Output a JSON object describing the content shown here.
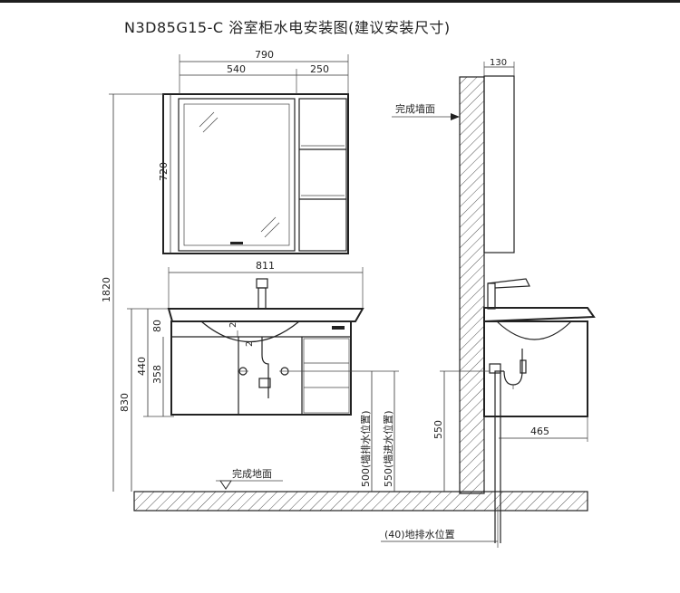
{
  "title": "N3D85G15-C 浴室柜水电安装图(建议安装尺寸)",
  "dimensions": {
    "total_width": "790",
    "mirror_width": "540",
    "shelf_width": "250",
    "mirror_height": "720",
    "overall_height": "1820",
    "basin_width": "811",
    "basin_depth_80": "80",
    "cabinet_440": "440",
    "cabinet_358": "358",
    "floor_830": "830",
    "small_2a": "2",
    "small_2b": "2",
    "wall_offset_130": "130",
    "pipe_550": "550",
    "depth_465": "465"
  },
  "labels": {
    "finished_wall": "完成墙面",
    "finished_floor": "完成地面",
    "wall_drain": "500(墙排水位置)",
    "wall_inlet": "550(墙进水位置)",
    "floor_drain": "(40)地排水位置"
  },
  "colors": {
    "line": "#222222",
    "hatch": "#555555"
  }
}
